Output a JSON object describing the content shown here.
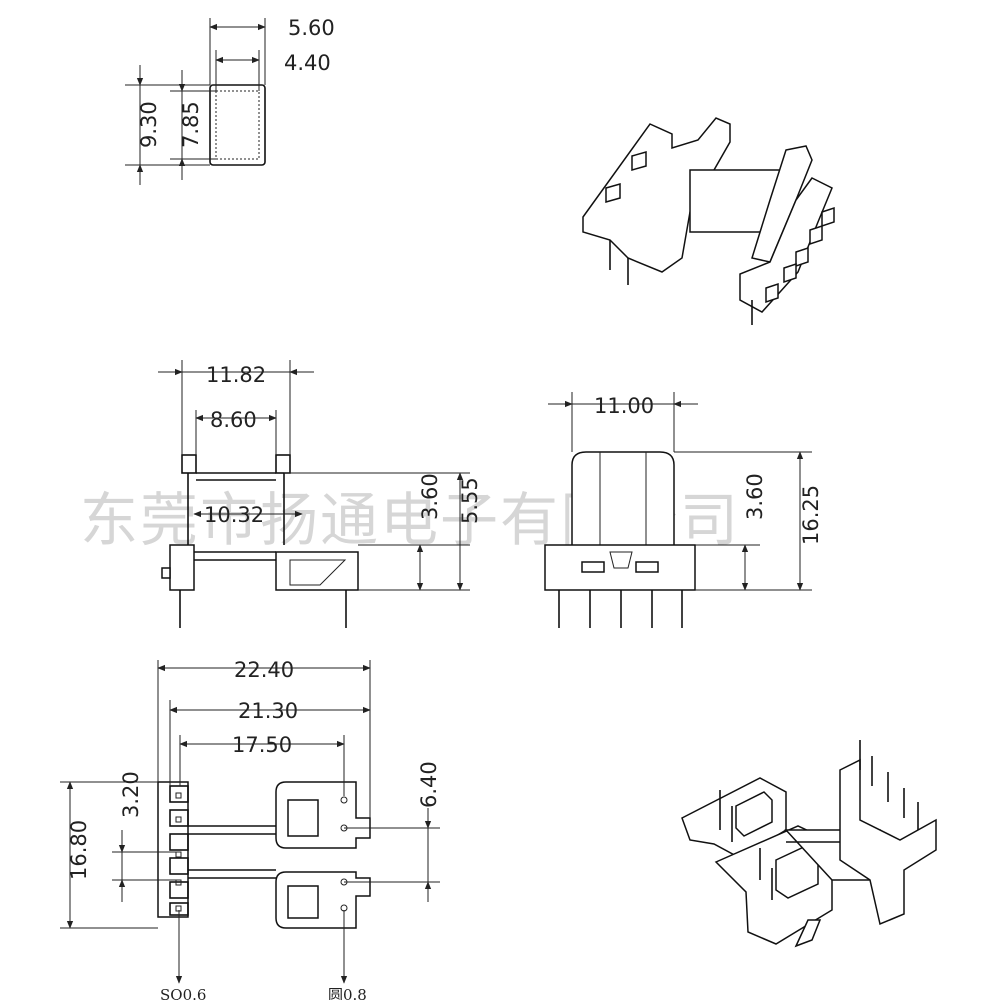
{
  "watermark": "东莞市扬通电子有限公司",
  "top_view": {
    "dim_outer_width": "5.60",
    "dim_inner_width": "4.40",
    "dim_outer_height": "9.30",
    "dim_inner_height": "7.85"
  },
  "side_view": {
    "dim_flange_width": "11.82",
    "dim_flange_inner": "8.60",
    "dim_core_width": "10.32",
    "dim_base_height": "3.60",
    "dim_total_height": "5.55"
  },
  "front_view": {
    "dim_width": "11.00",
    "dim_base_height": "3.60",
    "dim_total_height": "16.25"
  },
  "bottom_view": {
    "dim_total_length": "22.40",
    "dim_pin_span": "21.30",
    "dim_inner_span": "17.50",
    "dim_total_height": "16.80",
    "dim_pin_pitch": "3.20",
    "dim_slot_pitch": "6.40",
    "label_square_pin": "SQ0.6",
    "label_round_pin": "圆0.8"
  }
}
